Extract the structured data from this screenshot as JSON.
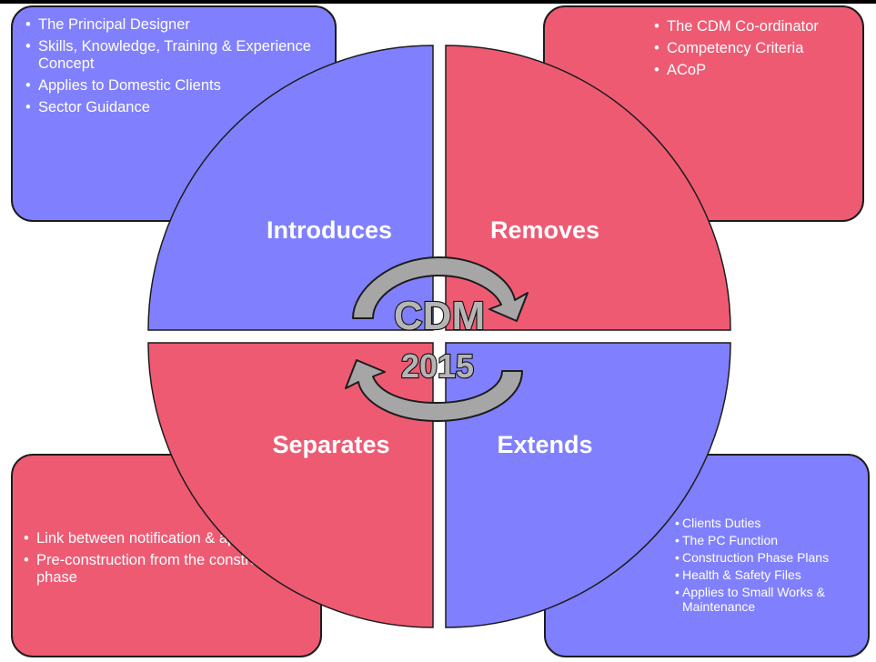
{
  "quadrants": {
    "introduces": {
      "label": "Introduces",
      "items": [
        "The Principal Designer",
        "Skills, Knowledge, Training & Experience Concept",
        "Applies to Domestic Clients",
        "Sector Guidance"
      ]
    },
    "removes": {
      "label": "Removes",
      "items": [
        "The CDM  Co-ordinator",
        "Competency Criteria",
        "ACoP"
      ]
    },
    "separates": {
      "label": "Separates",
      "items": [
        "Link between notification & appointments",
        "Pre-construction from the construction phase"
      ]
    },
    "extends": {
      "label": "Extends",
      "items": [
        "Clients Duties",
        "The PC Function",
        "Construction Phase Plans",
        "Health & Safety Files",
        "Applies to Small Works & Maintenance"
      ]
    }
  },
  "center": {
    "line1": "CDM",
    "line2": "2015"
  },
  "colors": {
    "blue": "#8080ff",
    "red": "#ef5a73",
    "arrow": "#a6a6a6",
    "outline": "#1c1c1c"
  }
}
